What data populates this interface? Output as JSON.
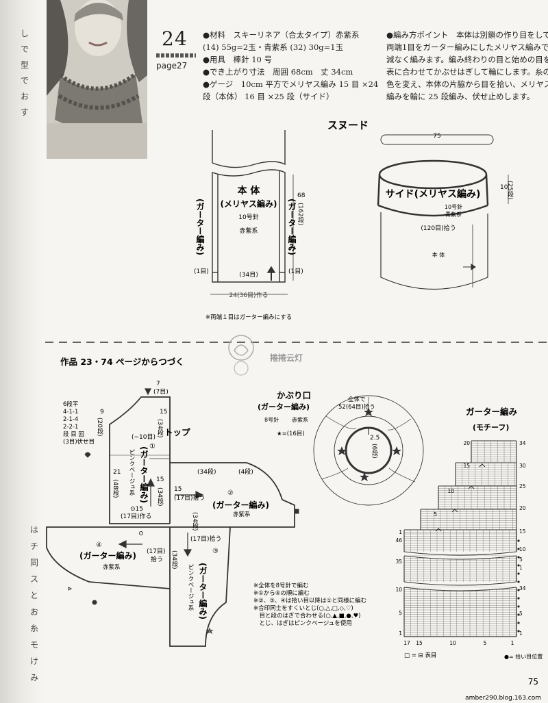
{
  "gutter": {
    "chars_top": [
      "し",
      "で",
      "型",
      "で",
      "お",
      "す"
    ],
    "chars_bottom": [
      "は",
      "チ",
      "同",
      "ス",
      "と",
      "お",
      "糸",
      "モ",
      "け",
      "み"
    ]
  },
  "header": {
    "number": "24",
    "page_ref": "page27"
  },
  "materials": {
    "lines": [
      "●材料　スキーリネア（合太タイプ）赤紫系",
      "(14) 55g=2玉・青紫系 (32) 30g=1玉",
      "●用具　棒針 10 号",
      "●でき上がり寸法　周囲 68cm　丈 34cm",
      "●ゲージ　10cm 平方でメリヤス編み 15 目 ×24",
      "段（本体） 16 目 ×25 段（サイド）"
    ]
  },
  "instructions": {
    "lines": [
      "●編み方ポイント　本体は別鎖の作り目をして、",
      "両端1目をガーター編みにしたメリヤス編みで増",
      "減なく編みます。編み終わりの目と始めの目を中",
      "表に合わせてかぶせはぎして輪にします。糸の",
      "色を変え、本体の片脇から目を拾い、メリヤス",
      "編みを輪に 25 段編み、伏せ止めします。"
    ]
  },
  "snood": {
    "title": "スヌード",
    "body_title": "本 体",
    "body_sub": "(メリヤス編み)",
    "needle": "10号針",
    "color": "赤紫系",
    "garter_left": "(ガーター編み)",
    "garter_right": "(ガーター編み)",
    "height": "68",
    "height_rows": "(162段)",
    "edge_left": "(1目)",
    "edge_right": "(1目)",
    "cast_on_count": "(34目)",
    "width": "24(36目)作る",
    "note": "※両端１目はガーター編みにする",
    "ring_width": "75",
    "side_title": "サイド(メリヤス編み)",
    "side_needle": "10号針",
    "side_color": "青紫系",
    "side_height": "10",
    "side_rows": "(25段)",
    "pickup": "(120目)拾う",
    "ring_body": "本 体"
  },
  "watermark": "捲捲云灯",
  "continued": {
    "title": "作品 23・74 ページからつづく"
  },
  "top": {
    "title": "トップ",
    "shaping": [
      "6段平",
      "4-1-1",
      "2-1-4",
      "2-2-1",
      "段 目 回"
    ],
    "shaping_note": "(3目)伏せ目",
    "top_w": "7",
    "top_w_sts": "(7目)",
    "left_h1": "9",
    "left_h1_rows": "(20段)",
    "c1_h": "15",
    "c1_rows": "(34段)",
    "c1_dec": "(−10目)",
    "c1_num": "①",
    "c1_title": "(ガーター編み)",
    "c1_color": "ピンクベージュ系",
    "c1_h2": "21",
    "c1_rows2": "(48段)",
    "c1_cast": "⊙15",
    "c1_cast2": "(17目)作る",
    "c2_top": "(4段)",
    "c2_h": "(34段)",
    "c2_num": "②",
    "c2_title": "(ガーター編み)",
    "c2_color": "赤紫系",
    "c2_pick": "15",
    "c2_pick2": "(17目)拾う",
    "c3_pick": "(17目)拾う",
    "c3_num": "③",
    "c3_title": "(ガーター編み)",
    "c3_color": "ピンクベージュ系",
    "c4_num": "④",
    "c4_title": "(ガーター編み)",
    "c4_color": "赤紫系",
    "c4_pick": "(17目)",
    "c4_pick2": "拾う",
    "c4_rows": "(34段)",
    "c2_h2": "15",
    "c2_rows2": "(34段)",
    "notes": [
      "※全体を8号針で編む",
      "※①から④の順に編む",
      "※②、③、④は拾い目以降は①と同様に編む",
      "※合印同士をすくいとじ(○,△,□,◇,♡)",
      "　目と段のはぎで合わせる(○,▲,■,●,♥)",
      "　とじ、はぎはピンクベージュを使用"
    ]
  },
  "brim": {
    "title": "かぶり口",
    "sub": "(ガーター編み)",
    "needle": "8号針",
    "color": "赤紫系",
    "star": "★=(16目)",
    "pick": "全体で",
    "pick2": "52(64目)拾う",
    "h": "2.5",
    "rows": "(6段)"
  },
  "garter": {
    "title": "ガーター編み",
    "sub": "(モチーフ)",
    "rows_left": [
      "20",
      "15",
      "10",
      "5",
      "1",
      "46",
      "35",
      "10",
      "5",
      "1"
    ],
    "rows_right": [
      "34",
      "30",
      "25",
      "20",
      "15",
      "10",
      "5",
      "1",
      "34",
      "5",
      "1"
    ],
    "cols": [
      "17",
      "15",
      "10",
      "5",
      "1"
    ],
    "legend_left": "□ = ⊟ 表目",
    "legend_right": "●= 拾い目位置"
  },
  "footer": {
    "page_number": "75",
    "url": "amber290.blog.163.com"
  }
}
